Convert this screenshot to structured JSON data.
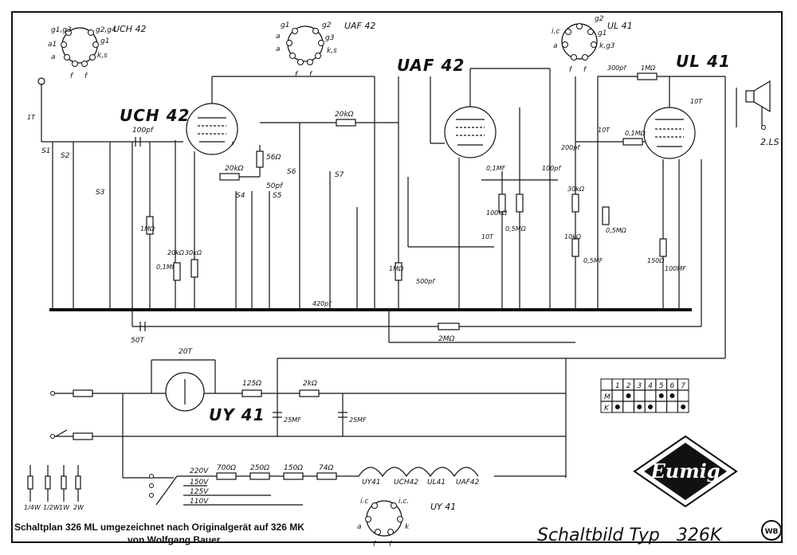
{
  "tubes": {
    "uch42": "UCH 42",
    "uaf42": "UAF 42",
    "ul41": "UL 41",
    "uy41": "UY 41"
  },
  "sockets": {
    "uch42": {
      "label": "UCH 42",
      "pins": [
        "g1,g3",
        "g2,g4",
        "a1",
        "g1",
        "a",
        "k,s",
        "f",
        "f"
      ]
    },
    "uaf42": {
      "label": "UAF 42",
      "pins": [
        "g1",
        "g2",
        "a",
        "g3",
        "a",
        "k,s",
        "f",
        "f"
      ]
    },
    "ul41": {
      "label": "UL 41",
      "pins": [
        "g2",
        "i.c",
        "g1",
        "a",
        "k,g3",
        "f",
        "f"
      ]
    },
    "uy41": {
      "label": "UY 41",
      "pins": [
        "i.c",
        "i.c.",
        "a",
        "k",
        "f",
        "f"
      ]
    }
  },
  "components": {
    "c_1t": "1T",
    "c_100pf": "100pf",
    "r_20k_top": "20kΩ",
    "r_56": "56Ω",
    "r_20k_grid": "20kΩ",
    "c_50pf": "50pf",
    "r_1m_left": "1MΩ",
    "c_01mf_left": "0,1MF",
    "r_20k_v": "20kΩ",
    "r_30k_v": "30kΩ",
    "c_420pf": "420pf",
    "c_50t": "50T",
    "c_01mf_mid": "0,1MF",
    "r_100k": "100kΩ",
    "r_05m_mid": "0,5MΩ",
    "c_100pf_mid": "100pf",
    "c_10t_mid": "10T",
    "r_1m_mid": "1MΩ",
    "c_500pf": "500pf",
    "r_2m": "2MΩ",
    "c_200pf": "200pf",
    "r_30k_right": "30kΩ",
    "r_10k": "10kΩ",
    "c_05mf": "0,5MF",
    "c_300pf": "300pf",
    "r_1m_right": "1MΩ",
    "c_10t_right": "10T",
    "r_01m": "0,1MΩ",
    "r_05m_right": "0,5MΩ",
    "r_150": "150Ω",
    "c_100mf": "100MF",
    "c_10t_out": "10T",
    "speaker": "2.LS",
    "c_20t": "20T",
    "r_125": "125Ω",
    "r_2k": "2kΩ",
    "c_25mf_a": "25MF",
    "c_25mf_b": "25MF",
    "r_700": "700Ω",
    "r_250": "250Ω",
    "r_150_b": "150Ω",
    "r_74": "74Ω"
  },
  "switches": [
    "S1",
    "S2",
    "S3",
    "S4",
    "S5",
    "S6",
    "S7"
  ],
  "voltages": [
    "220V",
    "150V",
    "125V",
    "110V"
  ],
  "heaters": [
    "UY41",
    "UCH42",
    "UL41",
    "UAF42"
  ],
  "resistor_ratings": [
    "1/4W",
    "1/2W",
    "1W",
    "2W"
  ],
  "switch_table": {
    "header": [
      "1",
      "2",
      "3",
      "4",
      "5",
      "6",
      "7"
    ],
    "rows": [
      {
        "label": "M",
        "on": [
          false,
          true,
          false,
          false,
          true,
          true,
          false
        ]
      },
      {
        "label": "K",
        "on": [
          true,
          false,
          true,
          true,
          false,
          false,
          true
        ]
      }
    ]
  },
  "brand": "Eumig",
  "caption_line1": "Schaltplan 326 ML umgezeichnet nach Originalgerät auf 326 MK",
  "caption_line2": "von Wolfgang Bauer",
  "title": "Schaltbild Typ   326K",
  "stamp": "WB"
}
